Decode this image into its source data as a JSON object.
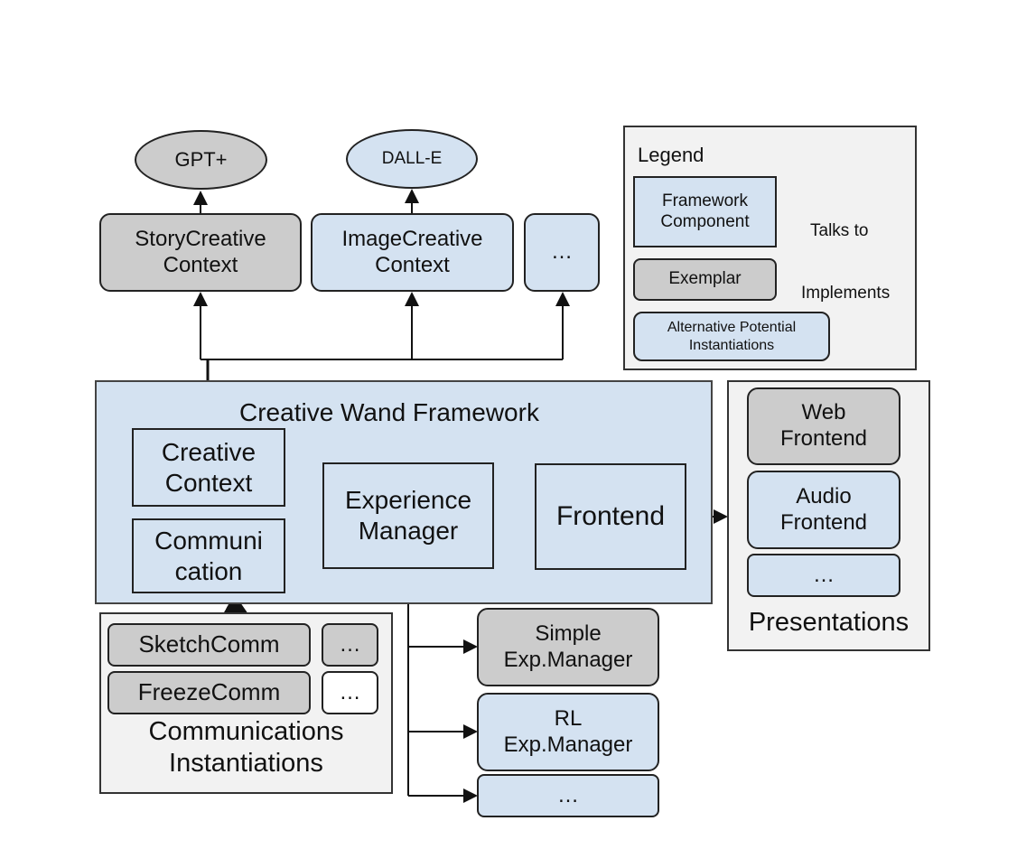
{
  "models": {
    "gpt": "GPT+",
    "dalle": "DALL-E"
  },
  "contexts": {
    "story": "StoryCreative\nContext",
    "image": "ImageCreative\nContext",
    "more": "…"
  },
  "legend": {
    "title": "Legend",
    "framework_component": "Framework\nComponent",
    "exemplar": "Exemplar",
    "alternative": "Alternative Potential\nInstantiations",
    "talks_to": "Talks to",
    "implements": "Implements"
  },
  "framework": {
    "title": "Creative Wand Framework",
    "creative_context": "Creative\nContext",
    "communication": "Communi\ncation",
    "experience_manager": "Experience\nManager",
    "frontend": "Frontend"
  },
  "presentations": {
    "web": "Web\nFrontend",
    "audio": "Audio\nFrontend",
    "more": "…",
    "title": "Presentations"
  },
  "communications": {
    "sketch": "SketchComm",
    "freeze": "FreezeComm",
    "more1": "…",
    "more2": "…",
    "title": "Communications\nInstantiations"
  },
  "exp_managers": {
    "simple": "Simple\nExp.Manager",
    "rl": "RL\nExp.Manager",
    "more": "…"
  }
}
